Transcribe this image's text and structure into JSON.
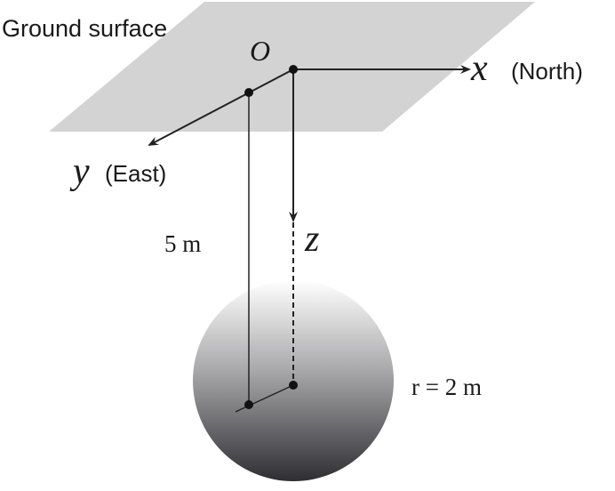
{
  "ground_label": "Ground surface",
  "origin_label": "O",
  "x_axis": {
    "symbol": "x",
    "direction": "(North)"
  },
  "y_axis": {
    "symbol": "y",
    "direction": "(East)"
  },
  "z_axis": {
    "symbol": "z"
  },
  "depth_label": "5 m",
  "radius_label": "r = 2 m",
  "colors": {
    "ground_plane": "#d3d3d3",
    "sphere_top": "#ffffff",
    "sphere_bottom": "#2e2e33",
    "line": "#222222"
  }
}
